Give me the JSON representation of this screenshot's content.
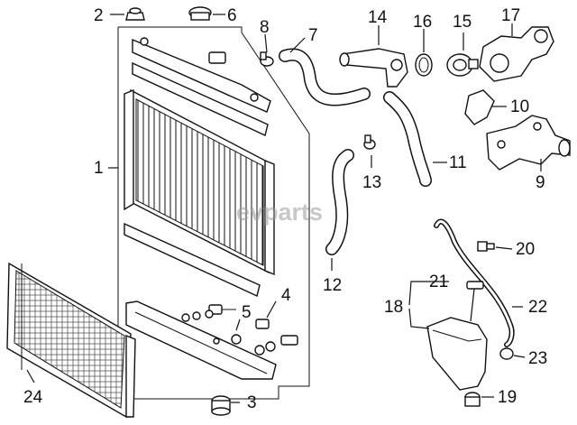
{
  "diagram": {
    "watermark": "evparts",
    "callouts": [
      {
        "id": "c1",
        "text": "1"
      },
      {
        "id": "c2",
        "text": "2"
      },
      {
        "id": "c3",
        "text": "3"
      },
      {
        "id": "c4",
        "text": "4"
      },
      {
        "id": "c5",
        "text": "5"
      },
      {
        "id": "c6",
        "text": "6"
      },
      {
        "id": "c7",
        "text": "7"
      },
      {
        "id": "c8",
        "text": "8"
      },
      {
        "id": "c9",
        "text": "9"
      },
      {
        "id": "c10",
        "text": "10"
      },
      {
        "id": "c11",
        "text": "11"
      },
      {
        "id": "c12",
        "text": "12"
      },
      {
        "id": "c13",
        "text": "13"
      },
      {
        "id": "c14",
        "text": "14"
      },
      {
        "id": "c15",
        "text": "15"
      },
      {
        "id": "c16",
        "text": "16"
      },
      {
        "id": "c17",
        "text": "17"
      },
      {
        "id": "c18",
        "text": "18"
      },
      {
        "id": "c19",
        "text": "19"
      },
      {
        "id": "c20",
        "text": "20"
      },
      {
        "id": "c21",
        "text": "21"
      },
      {
        "id": "c22",
        "text": "22"
      },
      {
        "id": "c23",
        "text": "23"
      },
      {
        "id": "c24",
        "text": "24"
      }
    ]
  }
}
